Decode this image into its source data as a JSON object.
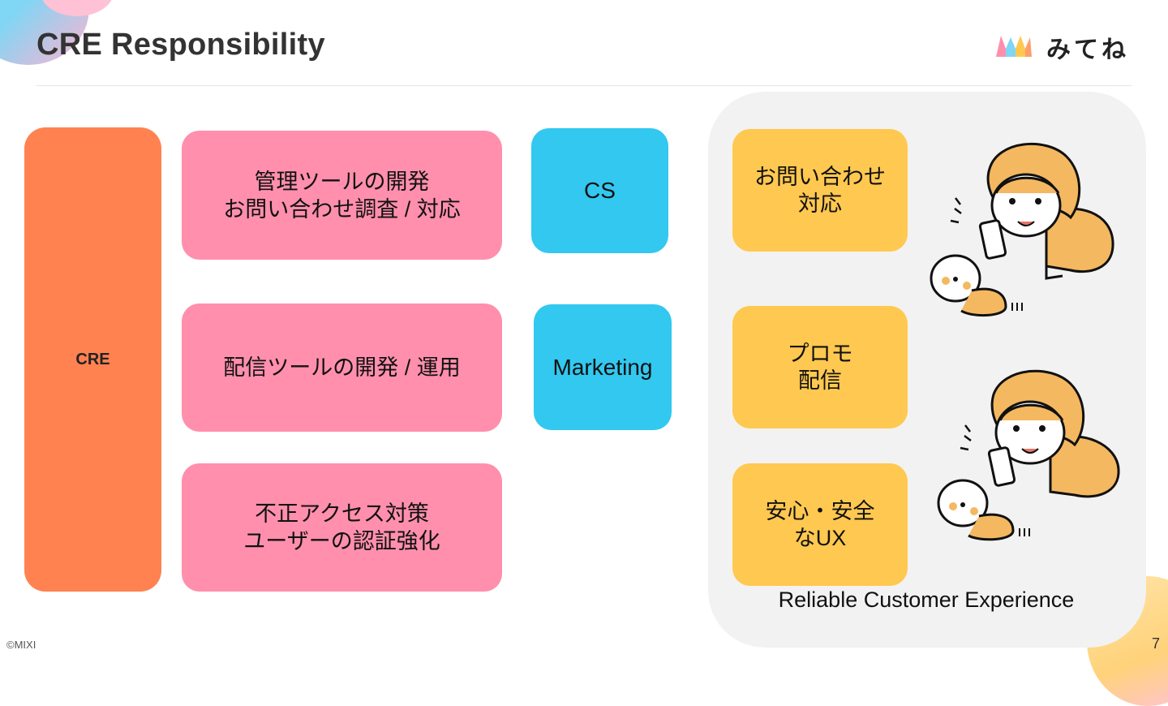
{
  "slide": {
    "title": "CRE Responsibility",
    "logo_text": "みてね",
    "copyright": "©MIXI",
    "page_number": "7"
  },
  "cre_column": {
    "label": "CRE"
  },
  "responsibilities": [
    {
      "label": "管理ツールの開発\nお問い合わせ調査 / 対応"
    },
    {
      "label": "配信ツールの開発  / 運用"
    },
    {
      "label": "不正アクセス対策\nユーザーの認証強化"
    }
  ],
  "teams": [
    {
      "label": "CS"
    },
    {
      "label": "Marketing"
    }
  ],
  "experience_panel": {
    "items": [
      {
        "label": "お問い合わせ\n対応"
      },
      {
        "label": "プロモ\n配信"
      },
      {
        "label": "安心・安全\nなUX"
      }
    ],
    "caption": "Reliable Customer Experience"
  },
  "colors": {
    "cre": "#ff8250",
    "pink": "#ff8fad",
    "blue": "#32c8f0",
    "yellow": "#ffc850",
    "panel": "#f2f2f2"
  },
  "icons": [
    "mitene-logo-icon",
    "parent-with-phone-icon",
    "crawling-baby-icon"
  ]
}
